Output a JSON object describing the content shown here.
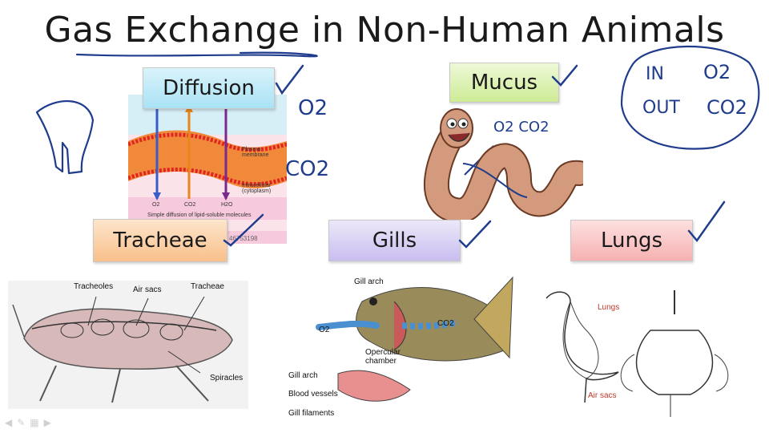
{
  "title": "Gas Exchange in Non-Human Animals",
  "boxes": {
    "diffusion": "Diffusion",
    "mucus": "Mucus",
    "tracheae": "Tracheae",
    "gills": "Gills",
    "lungs": "Lungs"
  },
  "diffusion_figure": {
    "plasma_membrane": "Plasma membrane",
    "intracellular": "Intracellular (cytoplasm)",
    "molecules": [
      "O2",
      "CO2",
      "H2O"
    ],
    "caption": "Simple diffusion of lipid-soluble molecules",
    "image_id": "46753198"
  },
  "handwriting": {
    "o2": "O2",
    "co2": "CO2",
    "worm_note": "O2 CO2",
    "in_label": "IN",
    "in_value": "O2",
    "out_label": "OUT",
    "out_value": "CO2"
  },
  "insect_labels": {
    "tracheoles": "Tracheoles",
    "air_sacs": "Air sacs",
    "tracheae": "Tracheae",
    "spiracles": "Spiracles"
  },
  "fish_labels": {
    "gill_arch": "Gill arch",
    "o2": "O2",
    "co2": "CO2",
    "opercular_chamber": "Opercular chamber",
    "gill_arch_detail": "Gill arch",
    "blood_vessels": "Blood vessels",
    "gill_filaments": "Gill filaments"
  },
  "bird_labels": {
    "lungs": "Lungs",
    "air_sacs": "Air sacs"
  },
  "colors": {
    "ink": "#1f3d8c",
    "diffusion_box": "#a9e2f5",
    "mucus_box": "#cdeb95",
    "tracheae_box": "#f8c08b",
    "gills_box": "#c9bdf0",
    "lungs_box": "#f6b1b1"
  }
}
